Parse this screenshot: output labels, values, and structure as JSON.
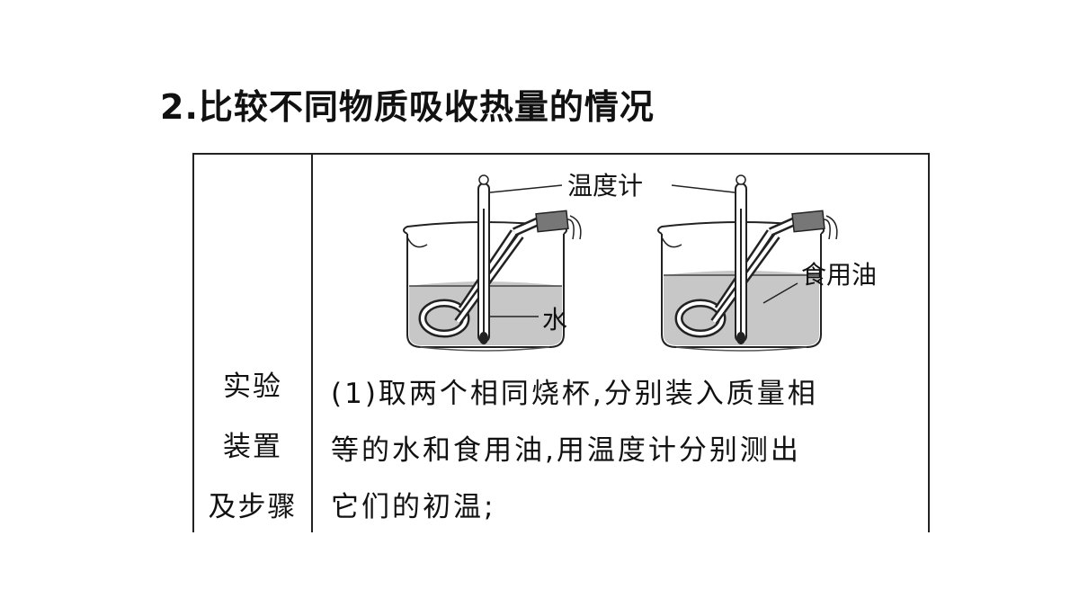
{
  "title": "2.比较不同物质吸收热量的情况",
  "label": [
    "实验",
    "装置",
    "及步骤"
  ],
  "figure": {
    "thermometer_label": "温度计",
    "water_label": "水",
    "oil_label": "食用油"
  },
  "step_lines": [
    "(1)取两个相同烧杯,分别装入质量相",
    "等的水和食用油,用温度计分别测出",
    "它们的初温;"
  ]
}
